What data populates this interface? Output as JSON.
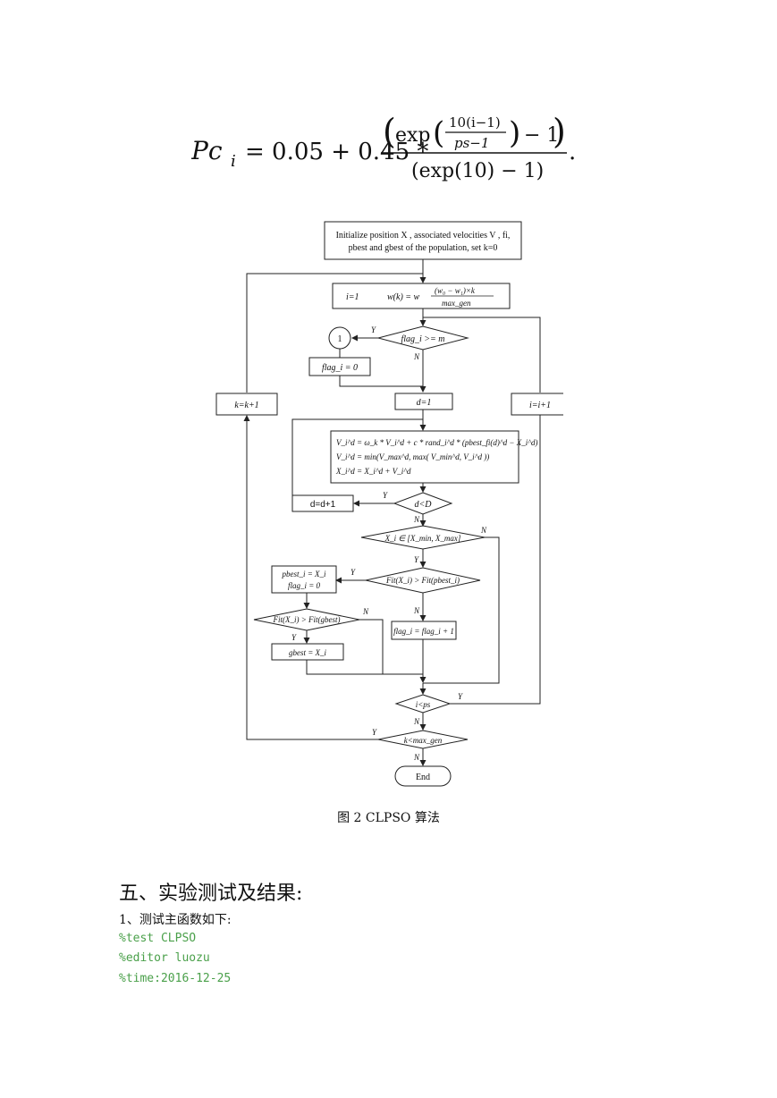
{
  "formula": {
    "lhs_main": "Pc",
    "lhs_sub": "i",
    "rhs_prefix": "= 0.05 + 0.45 *",
    "numerator_exp": "exp",
    "numerator_frac_top": "10(i−1)",
    "numerator_frac_bottom": "ps−1",
    "numerator_tail": "− 1",
    "denominator": "(exp(10) − 1)",
    "end_punct": "."
  },
  "flowchart": {
    "init_line1": "Initialize  position X , associated velocities V , fi,",
    "init_line2": "pbest and gbest of the population,  set k=0",
    "i1": "i=1",
    "wk_left": "w(k) = w",
    "wk_num": "(w₀ − w₁)×k",
    "wk_den": "max_gen",
    "flag_cond": "flag_i >= m",
    "connector": "1",
    "flag_zero": "flag_i = 0",
    "d1": "d=1",
    "k_inc": "k=k+1",
    "i_inc": "i=i+1",
    "update_line1": "V_i^d = ω_k * V_i^d + c * rand_i^d * (pbest_fi(d)^d − X_i^d)",
    "update_line2": "V_i^d = min(V_max^d, max( V_min^d, V_i^d ))",
    "update_line3": "X_i^d = X_i^d + V_i^d",
    "d_cond": "d<D",
    "d_inc": "d=d+1",
    "range_cond": "X_i ∈ [X_min, X_max]",
    "fit_pbest_cond": "Fit(X_i) > Fit(pbest_i)",
    "pbest_set": "pbest_i = X_i",
    "flag_reset": "flag_i = 0",
    "fit_gbest_cond": "Fit(X_i) > Fit(gbest)",
    "flag_inc": "flag_i = flag_i + 1",
    "gbest_set": "gbest = X_i",
    "i_cond": "i<ps",
    "k_cond": "k<max_gen",
    "end": "End",
    "y": "Y",
    "n": "N"
  },
  "caption": "图 2   CLPSO 算法",
  "section_heading": "五、实验测试及结果:",
  "paragraph": "1、测试主函数如下:",
  "code_lines": [
    "%test CLPSO",
    "%editor luozu",
    "%time:2016-12-25"
  ],
  "colors": {
    "code": "#4aa04a",
    "text": "#111111"
  }
}
